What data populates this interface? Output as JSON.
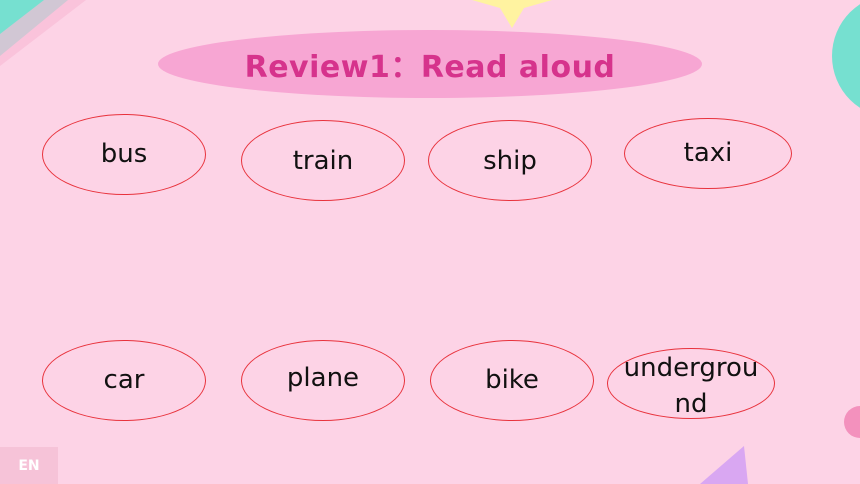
{
  "slide": {
    "title": "Review1：Read aloud",
    "words": [
      {
        "text": "bus"
      },
      {
        "text": "train"
      },
      {
        "text": "ship"
      },
      {
        "text": "taxi"
      },
      {
        "text": "car"
      },
      {
        "text": "plane"
      },
      {
        "text": "bike"
      },
      {
        "text": "undergrou",
        "text2": "nd"
      }
    ]
  },
  "lang_badge": "EN",
  "colors": {
    "background": "#fdd3e6",
    "title_pill": "#f7a6d3",
    "title_text": "#d6338c",
    "ellipse_border": "#e8323c",
    "teal_accent": "#76e0d0",
    "yellow_accent": "#fff3a0",
    "purple_accent": "#d9a7f2",
    "pink_dot": "#f391bd"
  }
}
